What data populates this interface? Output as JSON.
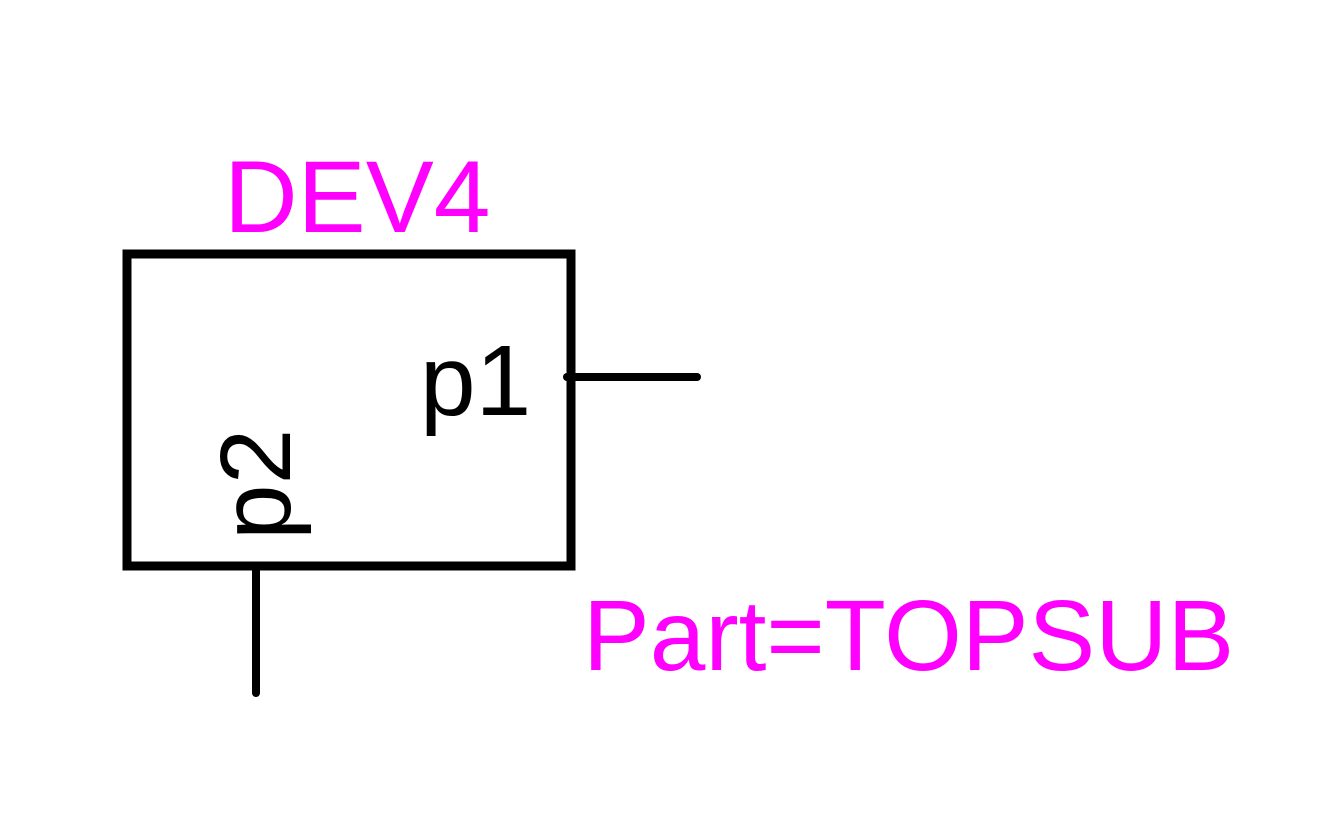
{
  "symbol": {
    "instance_name": "DEV4",
    "part_property": "Part=TOPSUB",
    "pins": [
      {
        "name": "p1"
      },
      {
        "name": "p2"
      }
    ]
  },
  "colors": {
    "property_text": "#FF00FF",
    "outline": "#000000",
    "background": "#FFFFFF"
  }
}
